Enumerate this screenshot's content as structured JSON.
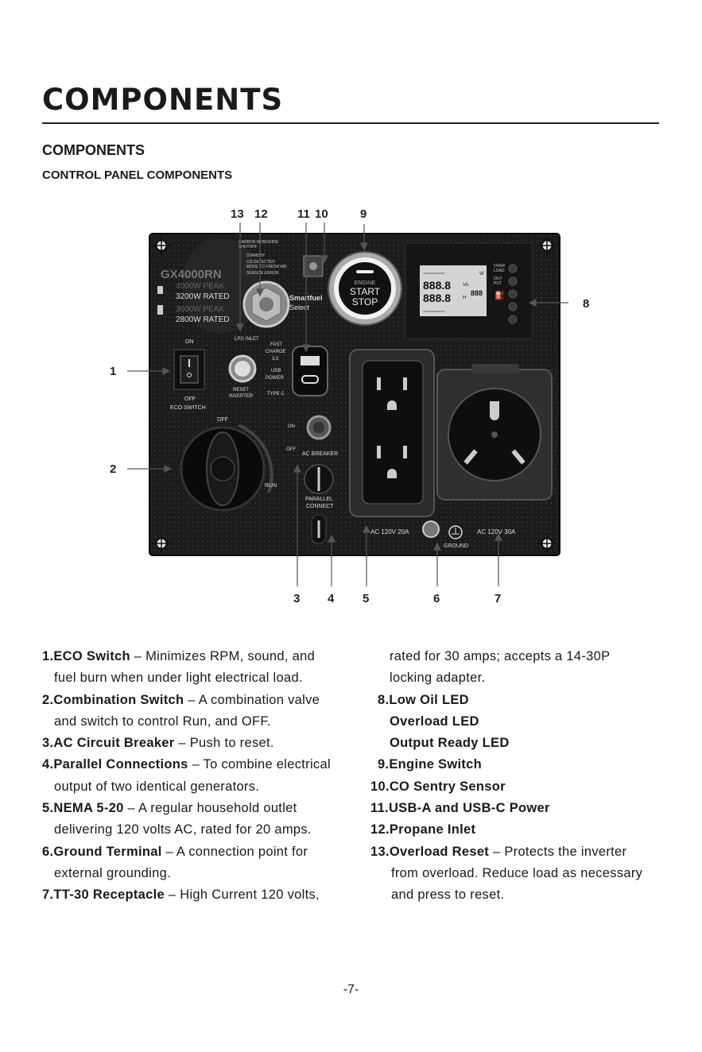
{
  "header": {
    "title": "COMPONENTS",
    "subtitle": "COMPONENTS",
    "section": "CONTROL PANEL COMPONENTS"
  },
  "figure": {
    "callouts": [
      "1",
      "2",
      "3",
      "4",
      "5",
      "6",
      "7",
      "8",
      "9",
      "10",
      "11",
      "12",
      "13"
    ],
    "panel_labels": {
      "model": "GX4000RN",
      "peak_1": "4000W PEAK",
      "rated_1": "3200W RATED",
      "peak_2": "3600W PEAK",
      "rated_2": "2800W RATED",
      "co_1": "CARBON MONOXIDE",
      "co_2": "SHUTOFF",
      "co_3": "STANDBY",
      "co_4": "CO DETECTED",
      "co_5": "MOVE TO FRESH AIR",
      "co_6": "SENSOR ERROR",
      "smartfuel_1": "Smartfuel",
      "smartfuel_2": "Select",
      "engine": "ENGINE",
      "start": "START",
      "stop": "STOP",
      "on": "ON",
      "off": "OFF",
      "eco_switch": "ECO SWITCH",
      "lpg_inlet": "LPG INLET",
      "reset_1": "RESET",
      "reset_2": "INVERTER",
      "fast_charge_1": "FAST",
      "fast_charge_2": "CHARGE",
      "fast_charge_3": "3.0",
      "usb_power_1": "USB",
      "usb_power_2": "POWER",
      "type_c": "TYPE C",
      "dial_off": "OFF",
      "run": "RUN",
      "breaker_on": "ON",
      "breaker_off": "OFF",
      "ac_breaker": "AC BREAKER",
      "parallel_1": "PARALLEL",
      "parallel_2": "CONNECT",
      "ac20": "AC 120V 20A",
      "ground": "GROUND",
      "ac30": "AC 120V 30A",
      "overload_1": "OVER",
      "overload_2": "LOAD",
      "output_1": "OUT",
      "output_2": "PUT",
      "lcd_w": "W",
      "lcd_va": "VA",
      "lcd_h": "H"
    }
  },
  "items_left": [
    {
      "num": "1.",
      "name": "ECO Switch",
      "text": " – Minimizes RPM, sound, and"
    },
    {
      "cont": "fuel burn when under light electrical load."
    },
    {
      "num": "2.",
      "name": "Combination Switch",
      "text": " – A combination valve"
    },
    {
      "cont": " and switch to control Run, and OFF."
    },
    {
      "num": "3.",
      "name": "AC Circuit Breaker",
      "text": " – Push to reset."
    },
    {
      "num": "4.",
      "name": "Parallel Connections",
      "text": " – To combine electrical"
    },
    {
      "cont": "output of two identical generators."
    },
    {
      "num": "5.",
      "name": "NEMA 5-20",
      "text": " – A regular household outlet"
    },
    {
      "cont": "delivering 120 volts AC, rated for 20 amps."
    },
    {
      "num": "6.",
      "name": "Ground Terminal",
      "text": " – A connection point for"
    },
    {
      "cont": "external grounding."
    },
    {
      "num": "7.",
      "name": "TT-30 Receptacle",
      "text": " – High Current 120 volts,"
    }
  ],
  "items_right": [
    {
      "cont": "rated for 30 amps; accepts a 14-30P"
    },
    {
      "cont": "locking adapter."
    },
    {
      "num": "8.",
      "name": "Low Oil LED",
      "text": ""
    },
    {
      "cont_bold": "Overload LED"
    },
    {
      "cont_bold": "Output Ready LED"
    },
    {
      "num": "9.",
      "name": "Engine Switch",
      "text": ""
    },
    {
      "num": "10.",
      "name": "CO Sentry Sensor",
      "text": ""
    },
    {
      "num": "11.",
      "name": "USB-A and USB-C Power",
      "text": ""
    },
    {
      "num": "12.",
      "name": "Propane Inlet",
      "text": ""
    },
    {
      "num": "13.",
      "name": "Overload Reset",
      "text": " – Protects the inverter"
    },
    {
      "cont": "from overload. Reduce load as necessary"
    },
    {
      "cont": "and press to reset."
    }
  ],
  "footer": {
    "page_number": "-7-"
  }
}
